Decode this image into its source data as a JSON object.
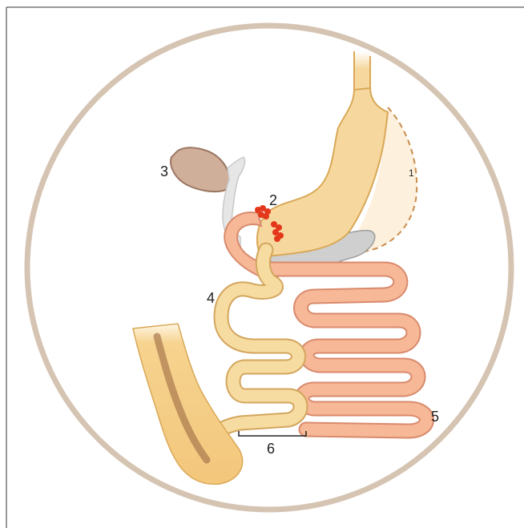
{
  "diagram": {
    "labels": {
      "remnant_stomach": "1",
      "anastomosis": "2",
      "gallbladder": "3",
      "bypassed_limb": "4",
      "small_intestine": "5",
      "common_channel": "6"
    },
    "colors": {
      "circle_border": "#d6c4b3",
      "stomach_fill": "#f6d89f",
      "stomach_stroke": "#d9a857",
      "remnant_fill": "#fdf0dc",
      "remnant_dash": "#c98d4c",
      "intestine_fill": "#f6b896",
      "intestine_stroke": "#d98a6d",
      "limb_fill": "#f7dca1",
      "limb_stroke": "#d3a65e",
      "gallbladder_fill": "#cfae9a",
      "gallbladder_stroke": "#9b7662",
      "duct_fill": "#e6e6e6",
      "duct_stroke": "#c9c9c9",
      "omentum_fill": "#cfcfcf",
      "omentum_stroke": "#9e9e9e",
      "staple_color": "#e4381c",
      "colon_fill": "#f6d38f",
      "colon_core": "#a37248"
    },
    "icons": [
      "stomach-illustration",
      "gallbladder-illustration",
      "intestine-illustration",
      "colon-illustration"
    ]
  }
}
